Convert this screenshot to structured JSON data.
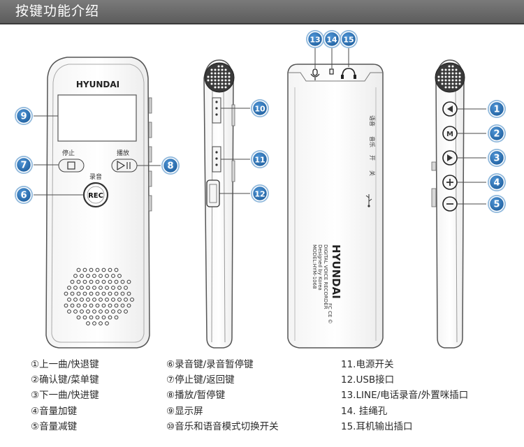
{
  "header": {
    "title": "按键功能介绍"
  },
  "device": {
    "brand": "HYUNDAI",
    "front": {
      "stop_label": "停止",
      "play_label": "播放",
      "record_label": "录音",
      "rec_button": "REC"
    },
    "back": {
      "label_voice": "语音",
      "label_music": "音乐",
      "label_on": "开",
      "label_off": "关",
      "caption_1": "DIGITAL VOICE RECORDER",
      "caption_2": "Designed by Korea",
      "caption_3": "MODEL:HYM-1068"
    }
  },
  "callouts": [
    "13",
    "14",
    "15",
    "10",
    "11",
    "12",
    "9",
    "7",
    "8",
    "6",
    "1",
    "2",
    "3",
    "4",
    "5"
  ],
  "legend": {
    "col1": [
      "①上一曲/快退键",
      "②确认键/菜单键",
      "③下一曲/快进键",
      "④音量加键",
      "⑤音量减键"
    ],
    "col2": [
      "⑥录音键/录音暂停键",
      "⑦停止键/返回键",
      "⑧播放/暂停键",
      "⑨显示屏",
      "⑩音乐和语音模式切换开关"
    ],
    "col3": [
      "11.电源开关",
      "12.USB接口",
      "13.LINE/电话录音/外置咪插口",
      "14. 挂绳孔",
      "15.耳机输出插口"
    ]
  },
  "colors": {
    "callout_fill": "#2d73b7",
    "callout_ring": "#8fb8dc",
    "line": "#4a4a4a"
  }
}
